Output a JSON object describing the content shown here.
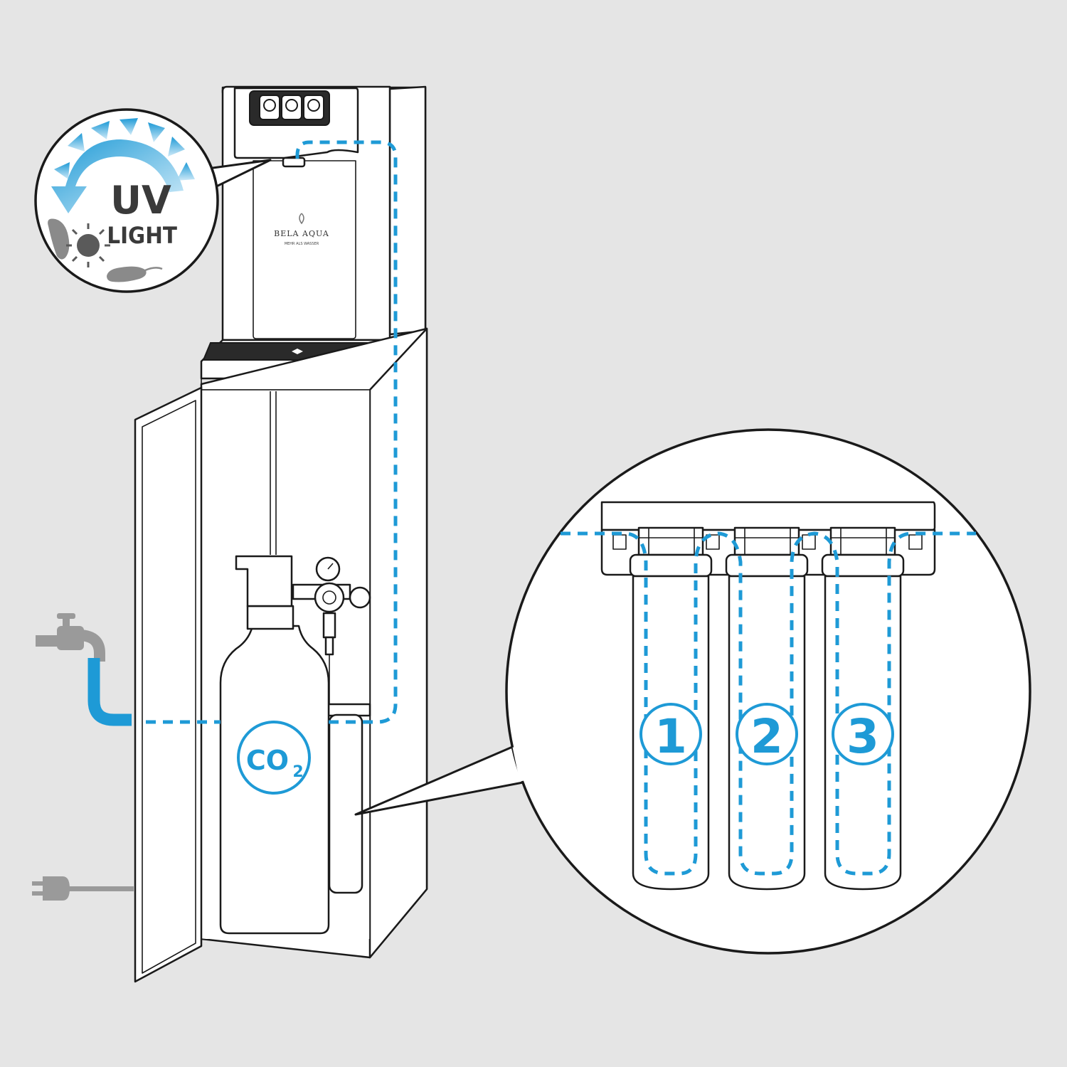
{
  "brand": {
    "name": "BELA AQUA",
    "tagline": "MEHR ALS WASSER"
  },
  "uv_badge": {
    "line1": "UV",
    "line2": "LIGHT"
  },
  "co2_label": {
    "main": "CO",
    "subscript": "2"
  },
  "filter_stages": [
    {
      "number": "1"
    },
    {
      "number": "2"
    },
    {
      "number": "3"
    }
  ],
  "colors": {
    "background": "#e5e5e5",
    "outline": "#1a1a1a",
    "water_blue": "#1e9ad6",
    "utility_gray": "#9a9a9a",
    "uv_light_blue": "#8fcbea",
    "microbe_gray": "#8a8a8a"
  },
  "icons": [
    "water-tap-icon",
    "power-plug-icon",
    "bacteria-icon",
    "virus-icon",
    "uv-arrow-icon"
  ]
}
